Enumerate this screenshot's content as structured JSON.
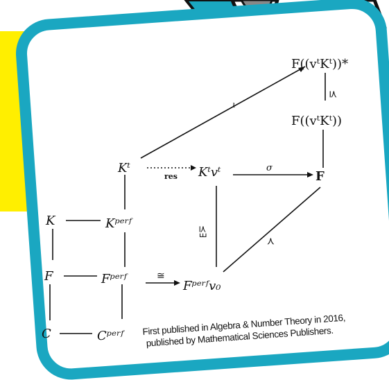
{
  "colors": {
    "frame": "#1aa7c1",
    "highlight": "#ffef00",
    "alert": "#e2231a",
    "ink": "#111111"
  },
  "icons": [
    "cartoon-character-icon"
  ],
  "diagram": {
    "nodes": {
      "top": "F((vᵗKᵗ))*",
      "upper": "F((vᵗKᵗ))",
      "bold_f": "F",
      "kt": "Kᵗ",
      "ktvt": "Kᵗvᵗ",
      "k": "K",
      "kperf": "Kᵖᵉʳᶠ",
      "f": "F",
      "fperf": "Fᵖᵉʳᶠ",
      "fperfv0": "Fᵖᵉʳᶠv₀",
      "c": "C",
      "cperf": "Cᵖᵉʳᶠ"
    },
    "labels": {
      "iota": "ι",
      "res": "res",
      "sigma": "σ",
      "succeq_top": "⪯",
      "succeq_mid": "⪯∃",
      "succ_diag": "≺",
      "cong": "≅"
    }
  },
  "credit": {
    "line1": "First published in Algebra & Number Theory in 2016,",
    "line2": "published by Mathematical Sciences Publishers."
  }
}
